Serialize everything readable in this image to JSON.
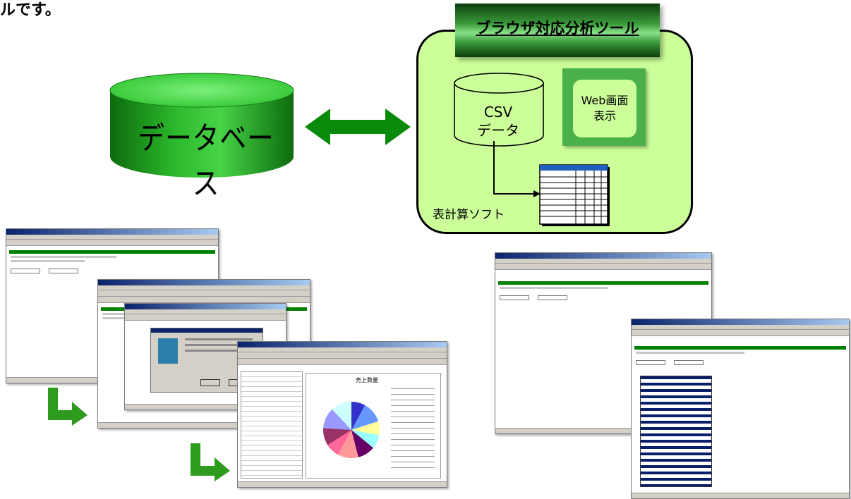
{
  "heading_fragment": "ルです。",
  "database": {
    "label": "データベース"
  },
  "tool_panel": {
    "title": "ブラウザ対応分析ツール",
    "csv_label": [
      "CSV",
      "データ"
    ],
    "web_label": [
      "Web画面",
      "表示"
    ],
    "spreadsheet_label": "表計算ソフト"
  },
  "chart_title": "売上数量",
  "colors": {
    "green": "#2ba02b",
    "panel": "#ccff99",
    "arrow": "#0a8a0a",
    "title_bar": "#0a246a"
  }
}
